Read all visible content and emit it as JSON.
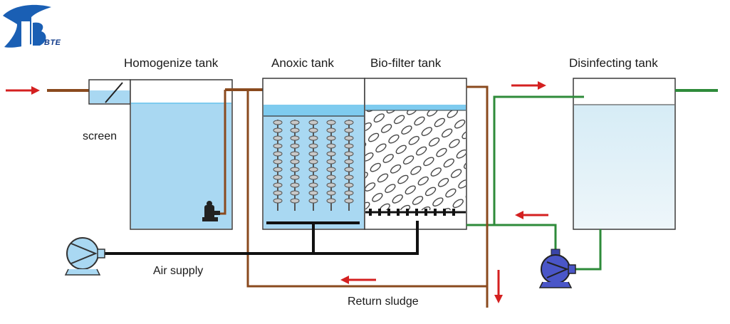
{
  "brand": {
    "name": "BTE",
    "color": "#1a5fb4",
    "accent": "#0f3a8a"
  },
  "tanks": {
    "homogenize": "Homogenize tank",
    "anoxic": "Anoxic tank",
    "biofilter": "Bio-filter tank",
    "disinfecting": "Disinfecting tank"
  },
  "labels": {
    "screen": "screen",
    "air_supply": "Air supply",
    "return_sludge": "Return sludge"
  },
  "colors": {
    "water": "#a9d8f2",
    "water_top": "#7ecbef",
    "tank_outline": "#3a3a3a",
    "influent_pipe": "#8a4a1e",
    "effluent_pipe": "#2e8b3a",
    "air_line": "#111111",
    "flow_arrow": "#d42020",
    "pump_blue": "#4a56c8"
  },
  "icons": [
    "pump-icon",
    "submersible-pump-icon",
    "blower-icon",
    "diffuser-icon",
    "flow-arrow-icon"
  ]
}
